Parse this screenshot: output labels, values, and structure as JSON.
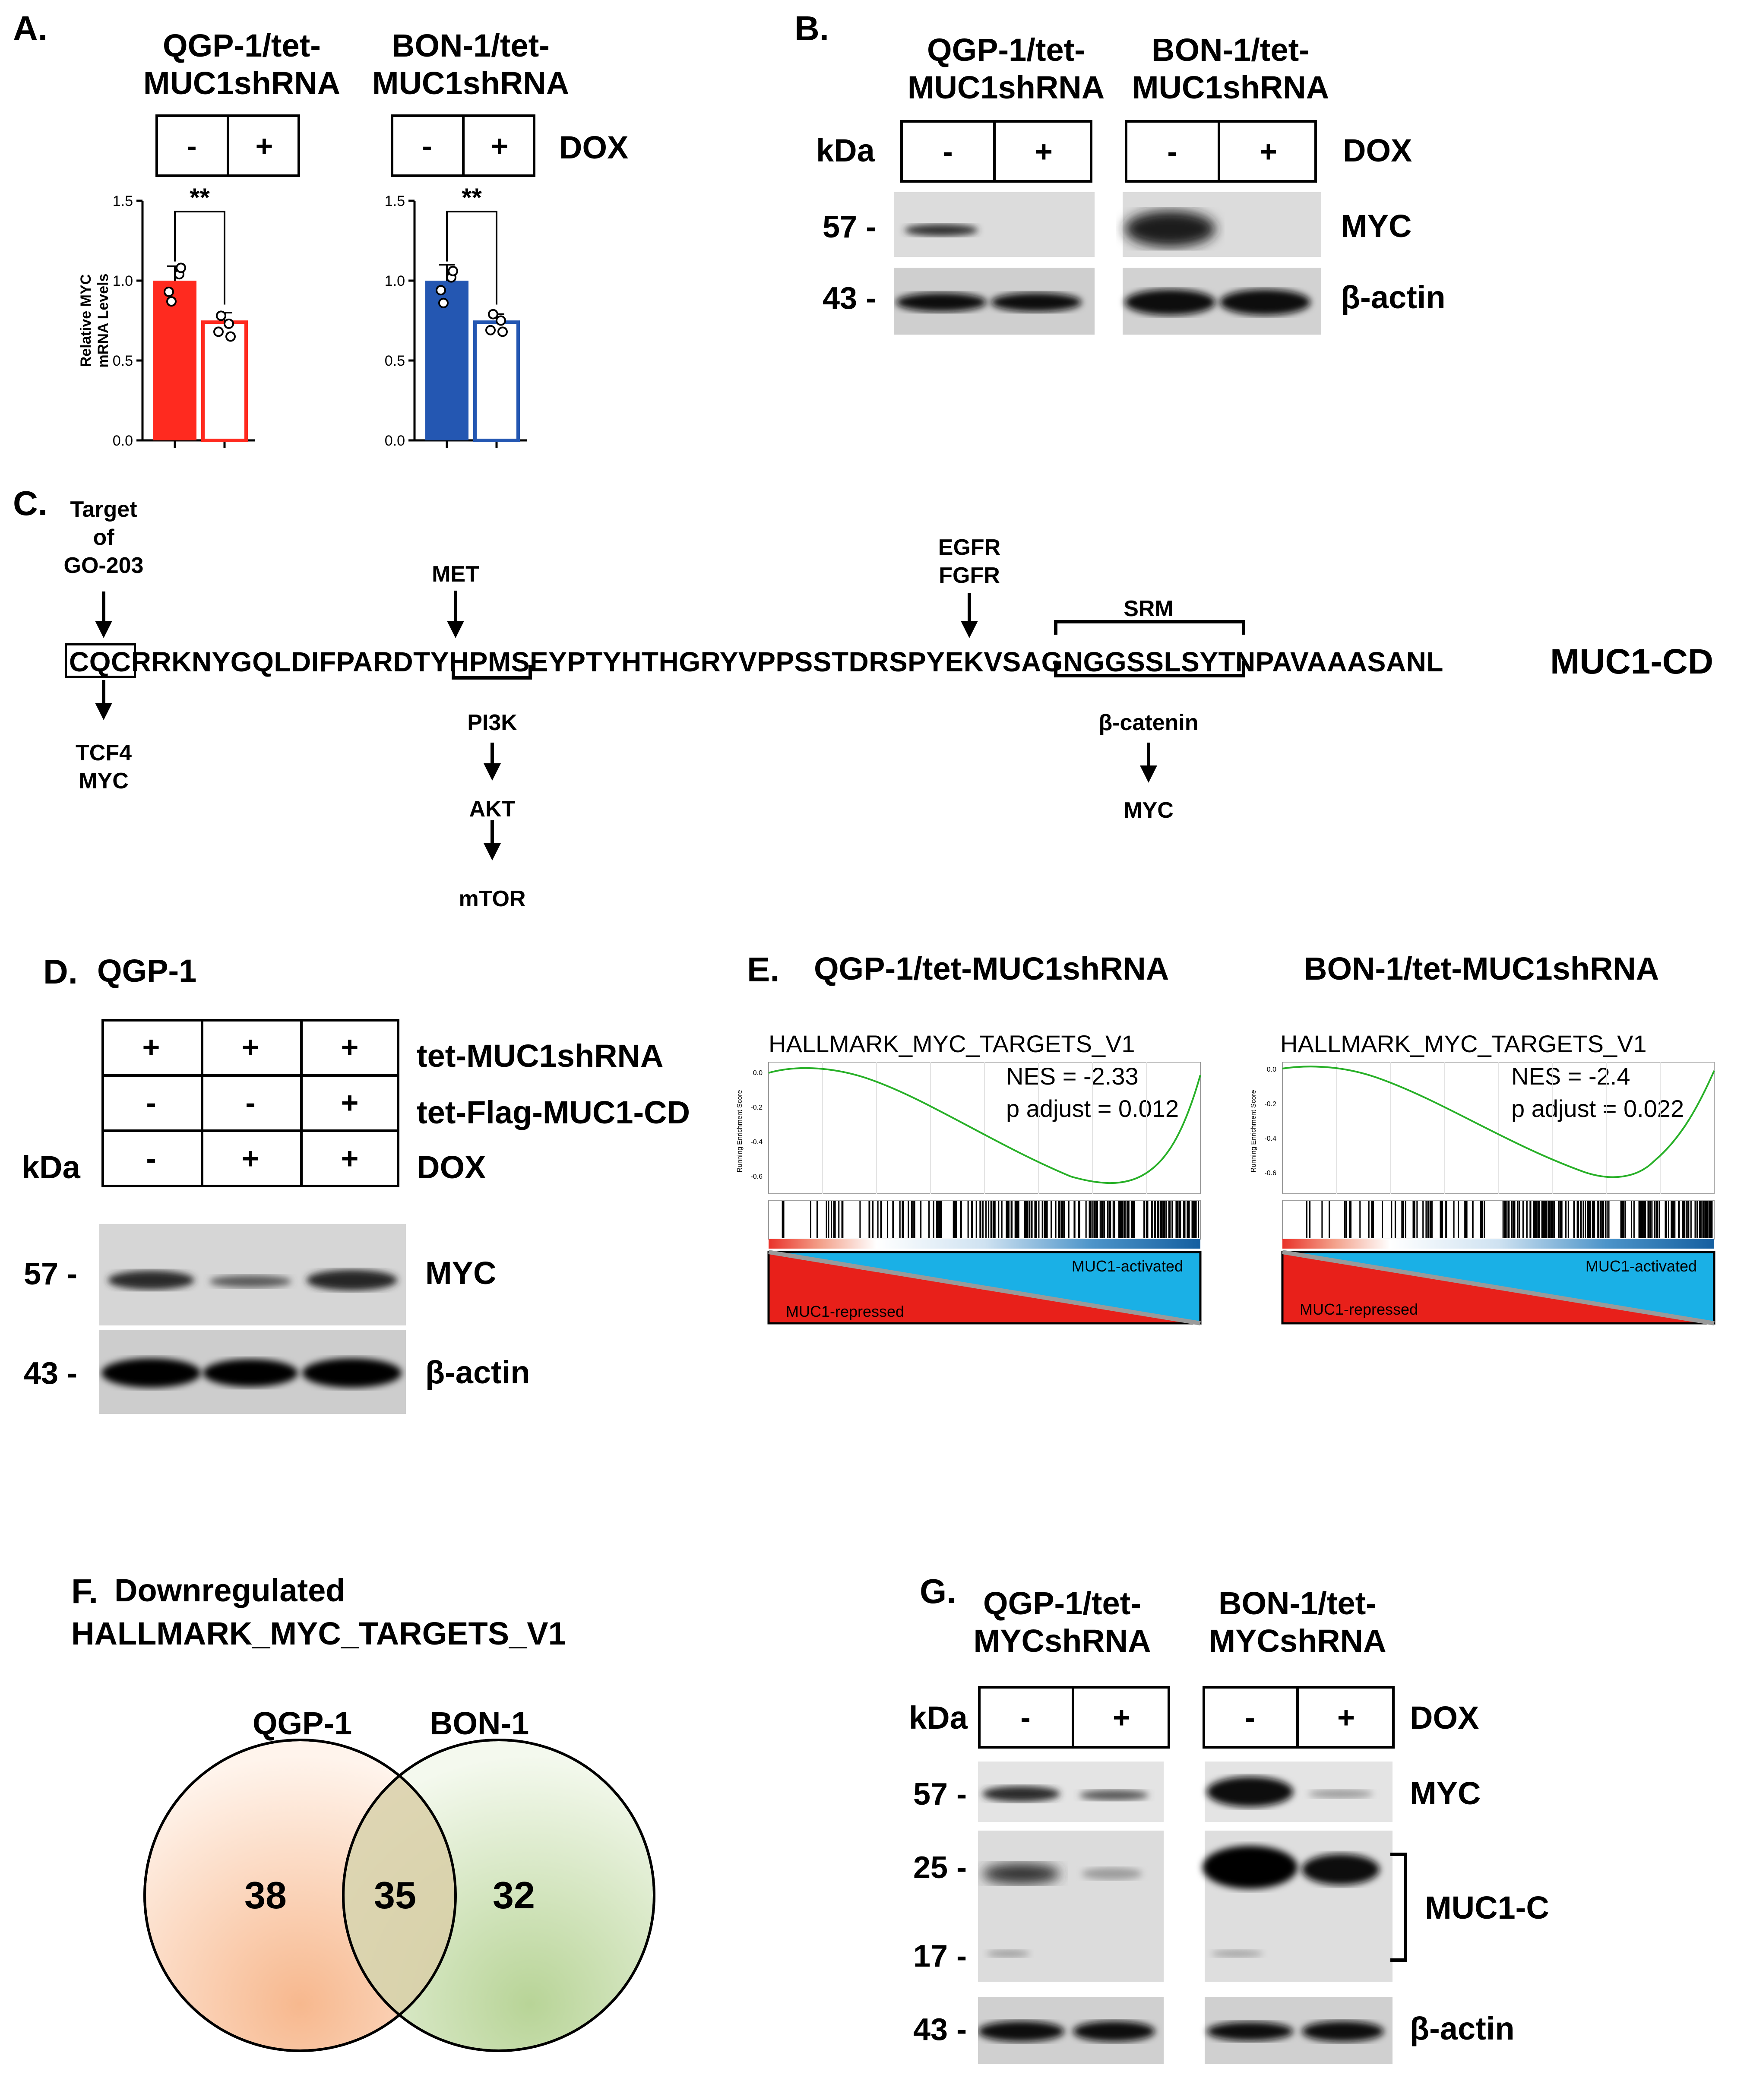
{
  "panelA": {
    "letter": "A.",
    "group1_label": "QGP-1/tet-\nMUC1shRNA",
    "group2_label": "BON-1/tet-\nMUC1shRNA",
    "minus": "-",
    "plus": "+",
    "dox": "DOX",
    "significance": "**",
    "ylabel": "Relative MYC\nmRNA Levels",
    "yticks": [
      "0.0",
      "0.5",
      "1.0",
      "1.5"
    ]
  },
  "panelB": {
    "letter": "B.",
    "group1_label": "QGP-1/tet-\nMUC1shRNA",
    "group2_label": "BON-1/tet-\nMUC1shRNA",
    "kda": "kDa",
    "minus": "-",
    "plus": "+",
    "dox": "DOX",
    "mw_57": "57 -",
    "mw_43": "43 -",
    "band_myc": "MYC",
    "band_actin": "β-actin"
  },
  "panelC": {
    "letter": "C.",
    "target_label": "Target\nof\nGO-203",
    "seq_box": "CQC",
    "seq_rest": "RRKNYGQLDIFPARDTYHPMSEYPTYHTHGRYVPPSSTDRSPYEKVSAGNGGSSLSYTNPAVAAASANL",
    "construct": "MUC1-CD",
    "tcf4_myc": "TCF4\nMYC",
    "met": "MET",
    "egfr_fgfr": "EGFR\nFGFR",
    "srm": "SRM",
    "pi3k": "PI3K",
    "akt": "AKT",
    "mtor": "mTOR",
    "bcatenin": "β-catenin",
    "myc": "MYC"
  },
  "panelD": {
    "letter": "D.",
    "cell_line": "QGP-1",
    "kda": "kDa",
    "row_labels": [
      "tet-MUC1shRNA",
      "tet-Flag-MUC1-CD",
      "DOX"
    ],
    "grid": [
      [
        "+",
        "+",
        "+"
      ],
      [
        "-",
        "-",
        "+"
      ],
      [
        "-",
        "+",
        "+"
      ]
    ],
    "mw_57": "57 -",
    "mw_43": "43 -",
    "band_myc": "MYC",
    "band_actin": "β-actin"
  },
  "panelE": {
    "letter": "E.",
    "plots": [
      {
        "title": "QGP-1/tet-MUC1shRNA",
        "gene_set": "HALLMARK_MYC_TARGETS_V1",
        "nes": "NES = -2.33",
        "padj": "p adjust = 0.012",
        "ylabel": "Running Enrichment Score",
        "yticks": [
          "0.0",
          "-0.2",
          "-0.4",
          "-0.6"
        ],
        "activated": "MUC1-activated",
        "repressed": "MUC1-repressed"
      },
      {
        "title": "BON-1/tet-MUC1shRNA",
        "gene_set": "HALLMARK_MYC_TARGETS_V1",
        "nes": "NES = -2.4",
        "padj": "p adjust = 0.022",
        "ylabel": "Running Enrichment Score",
        "yticks": [
          "0.0",
          "-0.2",
          "-0.4",
          "-0.6"
        ],
        "activated": "MUC1-activated",
        "repressed": "MUC1-repressed"
      }
    ]
  },
  "panelF": {
    "letter": "F.",
    "title_line1": "Downregulated",
    "title_line2": "HALLMARK_MYC_TARGETS_V1",
    "set1": "QGP-1",
    "set2": "BON-1",
    "only1": "38",
    "both": "35",
    "only2": "32",
    "color1": "#f9c49e",
    "color2": "#c6dca8"
  },
  "panelG": {
    "letter": "G.",
    "group1_label": "QGP-1/tet-\nMYCshRNA",
    "group2_label": "BON-1/tet-\nMYCshRNA",
    "kda": "kDa",
    "minus": "-",
    "plus": "+",
    "dox": "DOX",
    "mw_57": "57 -",
    "mw_25": "25 -",
    "mw_17": "17 -",
    "mw_43": "43 -",
    "band_myc": "MYC",
    "band_muc1c": "MUC1-C",
    "band_actin": "β-actin"
  },
  "chart_data": [
    {
      "type": "bar",
      "panel": "A",
      "categories": [
        "-",
        "+"
      ],
      "series": [
        {
          "name": "QGP-1/tet-MUC1shRNA",
          "values": [
            1.0,
            0.74
          ]
        }
      ],
      "points": [
        [
          0.93,
          1.04,
          0.87,
          1.08
        ],
        [
          0.68,
          0.73,
          0.78,
          0.65
        ]
      ],
      "errors": [
        0.09,
        0.06
      ],
      "ylabel": "Relative MYC mRNA Levels",
      "ylim": [
        0,
        1.5
      ],
      "colors": [
        "#ff2a1f",
        "#ff2a1f"
      ],
      "fill": [
        "solid",
        "open"
      ]
    },
    {
      "type": "bar",
      "panel": "A",
      "categories": [
        "-",
        "+"
      ],
      "series": [
        {
          "name": "BON-1/tet-MUC1shRNA",
          "values": [
            1.0,
            0.74
          ]
        }
      ],
      "points": [
        [
          0.94,
          1.02,
          0.86,
          1.06
        ],
        [
          0.69,
          0.75,
          0.79,
          0.68
        ]
      ],
      "errors": [
        0.1,
        0.05
      ],
      "ylabel": "Relative MYC mRNA Levels",
      "ylim": [
        0,
        1.5
      ],
      "colors": [
        "#2457b2",
        "#2457b2"
      ],
      "fill": [
        "solid",
        "open"
      ]
    }
  ]
}
